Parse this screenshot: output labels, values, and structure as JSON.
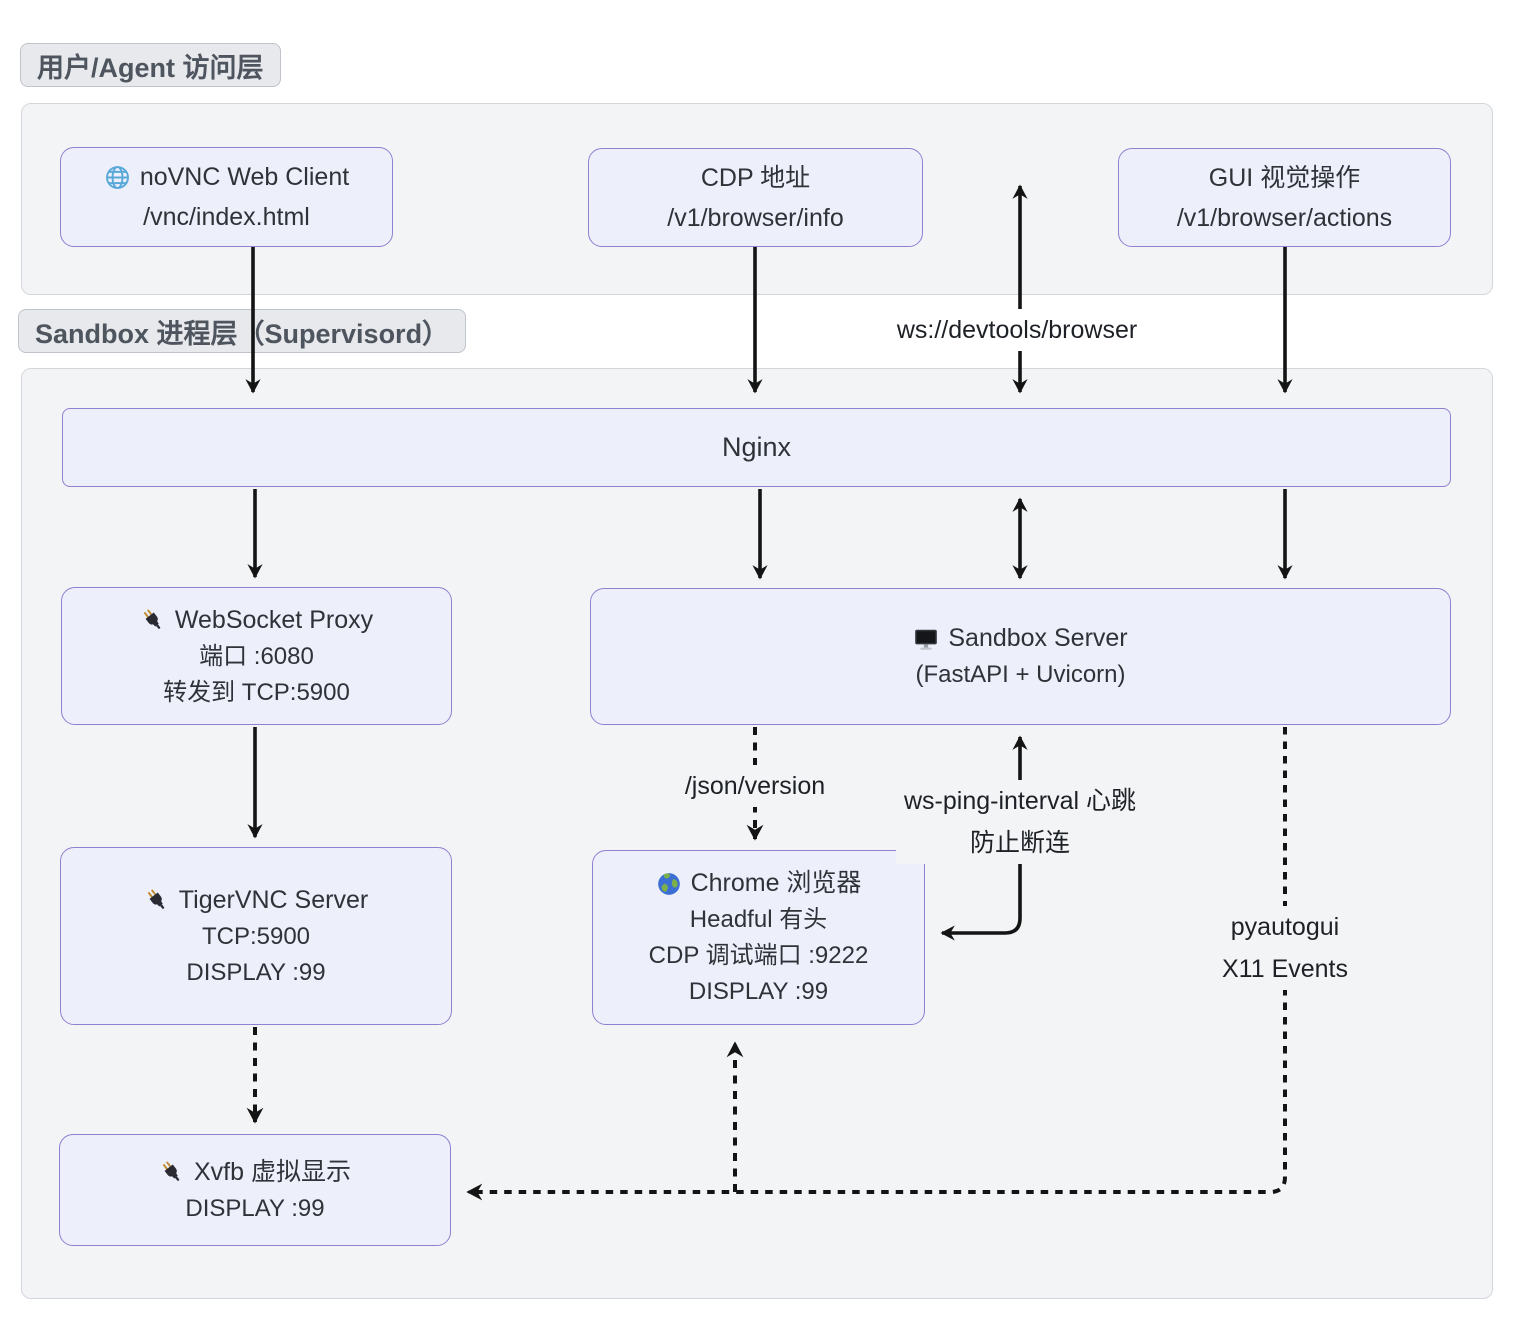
{
  "layers": {
    "access": {
      "label": "用户/Agent 访问层"
    },
    "sandbox": {
      "label": "Sandbox 进程层（Supervisord）"
    }
  },
  "nodes": {
    "novnc": {
      "icon": "globe-icon",
      "title": "noVNC Web Client",
      "lines": [
        "/vnc/index.html"
      ]
    },
    "cdp_address": {
      "title": "CDP 地址",
      "lines": [
        "/v1/browser/info"
      ]
    },
    "gui_actions": {
      "title": "GUI 视觉操作",
      "lines": [
        "/v1/browser/actions"
      ]
    },
    "nginx": {
      "title": "Nginx"
    },
    "ws_proxy": {
      "icon": "plug-icon",
      "title": "WebSocket Proxy",
      "lines": [
        "端口 :6080",
        "转发到 TCP:5900"
      ]
    },
    "sandbox_server": {
      "icon": "desktop-icon",
      "title": "Sandbox Server",
      "lines": [
        "(FastAPI + Uvicorn)"
      ]
    },
    "tigervnc": {
      "icon": "plug-icon",
      "title": "TigerVNC Server",
      "lines": [
        "TCP:5900",
        "DISPLAY :99"
      ]
    },
    "chrome": {
      "icon": "earth-icon",
      "title": "Chrome 浏览器",
      "lines": [
        "Headful 有头",
        "CDP 调试端口 :9222",
        "DISPLAY :99"
      ]
    },
    "xvfb": {
      "icon": "plug-icon",
      "title": "Xvfb 虚拟显示",
      "lines": [
        "DISPLAY :99"
      ]
    }
  },
  "edge_labels": {
    "ws_devtools": "ws://devtools/browser",
    "json_version": "/json/version",
    "ws_ping_line1": "ws-ping-interval 心跳",
    "ws_ping_line2": "防止断连",
    "pyautogui_line1": "pyautogui",
    "pyautogui_line2": "X11 Events"
  },
  "colors": {
    "node_fill": "#edeffb",
    "node_border": "#9080d0",
    "container_fill": "#f3f4f6",
    "container_border": "#d3d7dc",
    "chip_fill": "#e7e9ec",
    "chip_text": "#4e555e",
    "edge": "#141414",
    "text": "#2e3338"
  }
}
